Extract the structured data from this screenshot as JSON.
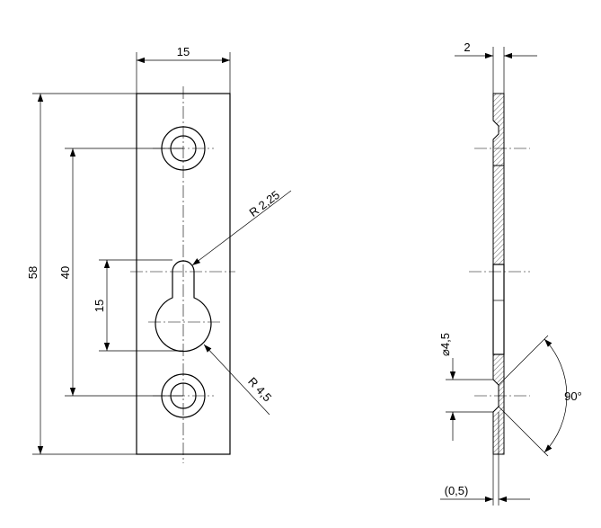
{
  "front_view": {
    "dim_width": "15",
    "dim_total_height": "58",
    "dim_hole_spacing": "40",
    "dim_slot_length": "15",
    "dim_slot_top_radius": "R 2,25",
    "dim_keyhole_radius": "R 4,5"
  },
  "side_view": {
    "dim_thickness": "2",
    "dim_countersink_diameter": "⌀4,5",
    "dim_countersink_angle": "90°",
    "dim_offset": "(0,5)"
  }
}
